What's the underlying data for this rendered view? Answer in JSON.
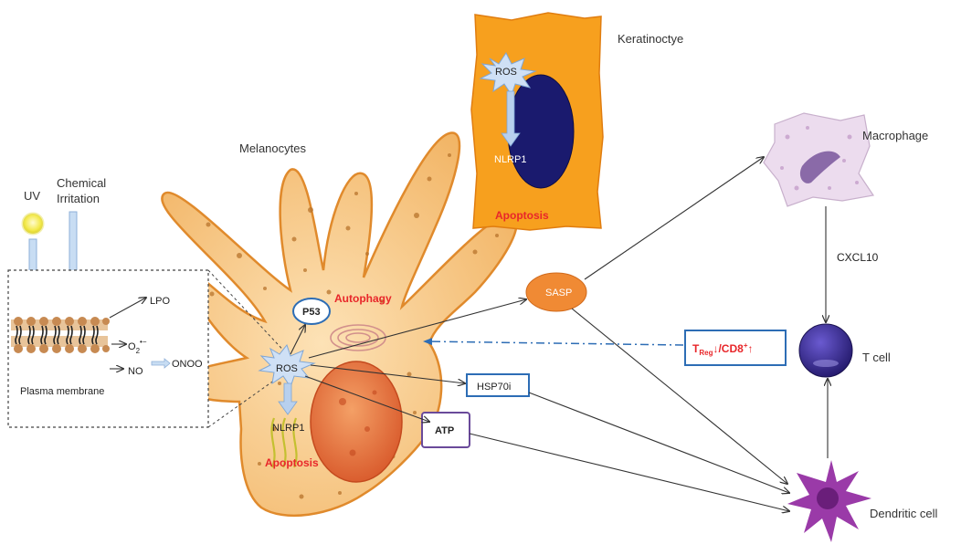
{
  "labels": {
    "uv": "UV",
    "chemical_line1": "Chemical",
    "chemical_line2": "Irritation",
    "melanocytes": "Melanocytes",
    "keratinocyte": "Keratinoctye",
    "macrophage": "Macrophage",
    "cxcl10": "CXCL10",
    "t_cell": "T cell",
    "dendritic_cell": "Dendritic cell",
    "lpo": "LPO",
    "superoxide": "O",
    "superoxide_sub": "2",
    "superoxide_sup": "•−",
    "no": "NO",
    "onoo": "ONOO",
    "plasma_membrane": "Plasma membrane",
    "p53": "P53",
    "autophagy": "Autophagy",
    "ros_melanocyte": "ROS",
    "nlrp1_melanocyte": "NLRP1",
    "apoptosis_melanocyte": "Apoptosis",
    "ros_keratinocyte": "ROS",
    "nlrp1_keratinocyte": "NLRP1",
    "apoptosis_keratinocyte": "Apoptosis",
    "sasp": "SASP",
    "hsp70i": "HSP70i",
    "atp": "ATP",
    "treg_t": "T",
    "treg_sub": "Reg",
    "treg_rest": "↓/CD8",
    "cd8_sup": "+",
    "cd8_arrow": "↑"
  },
  "colors": {
    "melanocyte_fill": "#f4c17e",
    "melanocyte_stroke": "#e08a2c",
    "keratinocyte_fill": "#f7a01e",
    "nucleus_dark": "#1a1a6e",
    "nucleus_orange": "#e8742a",
    "red_text": "#e8262a",
    "sasp_fill": "#f08a34",
    "dendritic_fill": "#9a3aa8",
    "tcell_fill": "#3a2a8a",
    "macrophage_fill": "#e8d4ea",
    "box_blue": "#2d6db5",
    "atp_box": "#6a4a9a",
    "light_blue_arrow": "#a9c8ea"
  }
}
